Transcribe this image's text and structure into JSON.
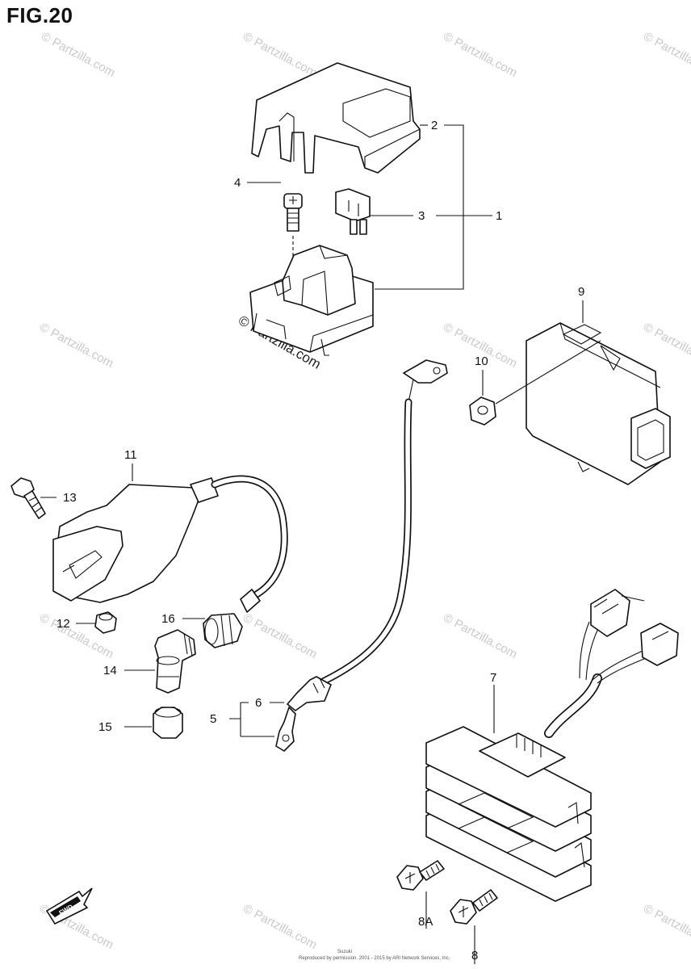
{
  "figure": {
    "title": "FIG.20"
  },
  "watermark": {
    "text": "© Partzilla.com",
    "primary_text": "© Partzilla.com"
  },
  "callouts": [
    {
      "id": "c1",
      "text": "1"
    },
    {
      "id": "c2",
      "text": "2"
    },
    {
      "id": "c3",
      "text": "3"
    },
    {
      "id": "c4",
      "text": "4"
    },
    {
      "id": "c5",
      "text": "5"
    },
    {
      "id": "c6",
      "text": "6"
    },
    {
      "id": "c7",
      "text": "7"
    },
    {
      "id": "c8",
      "text": "8"
    },
    {
      "id": "c8A",
      "text": "8A"
    },
    {
      "id": "c9",
      "text": "9"
    },
    {
      "id": "c10",
      "text": "10"
    },
    {
      "id": "c11",
      "text": "11"
    },
    {
      "id": "c12",
      "text": "12"
    },
    {
      "id": "c13",
      "text": "13"
    },
    {
      "id": "c14",
      "text": "14"
    },
    {
      "id": "c15",
      "text": "15"
    },
    {
      "id": "c16",
      "text": "16"
    }
  ],
  "fwd_badge": {
    "text": "FWD"
  },
  "footer": {
    "line1": "Suzuki",
    "line2": "Reproduced by permission. 2001 - 2015 by ARI Network Services, Inc."
  }
}
